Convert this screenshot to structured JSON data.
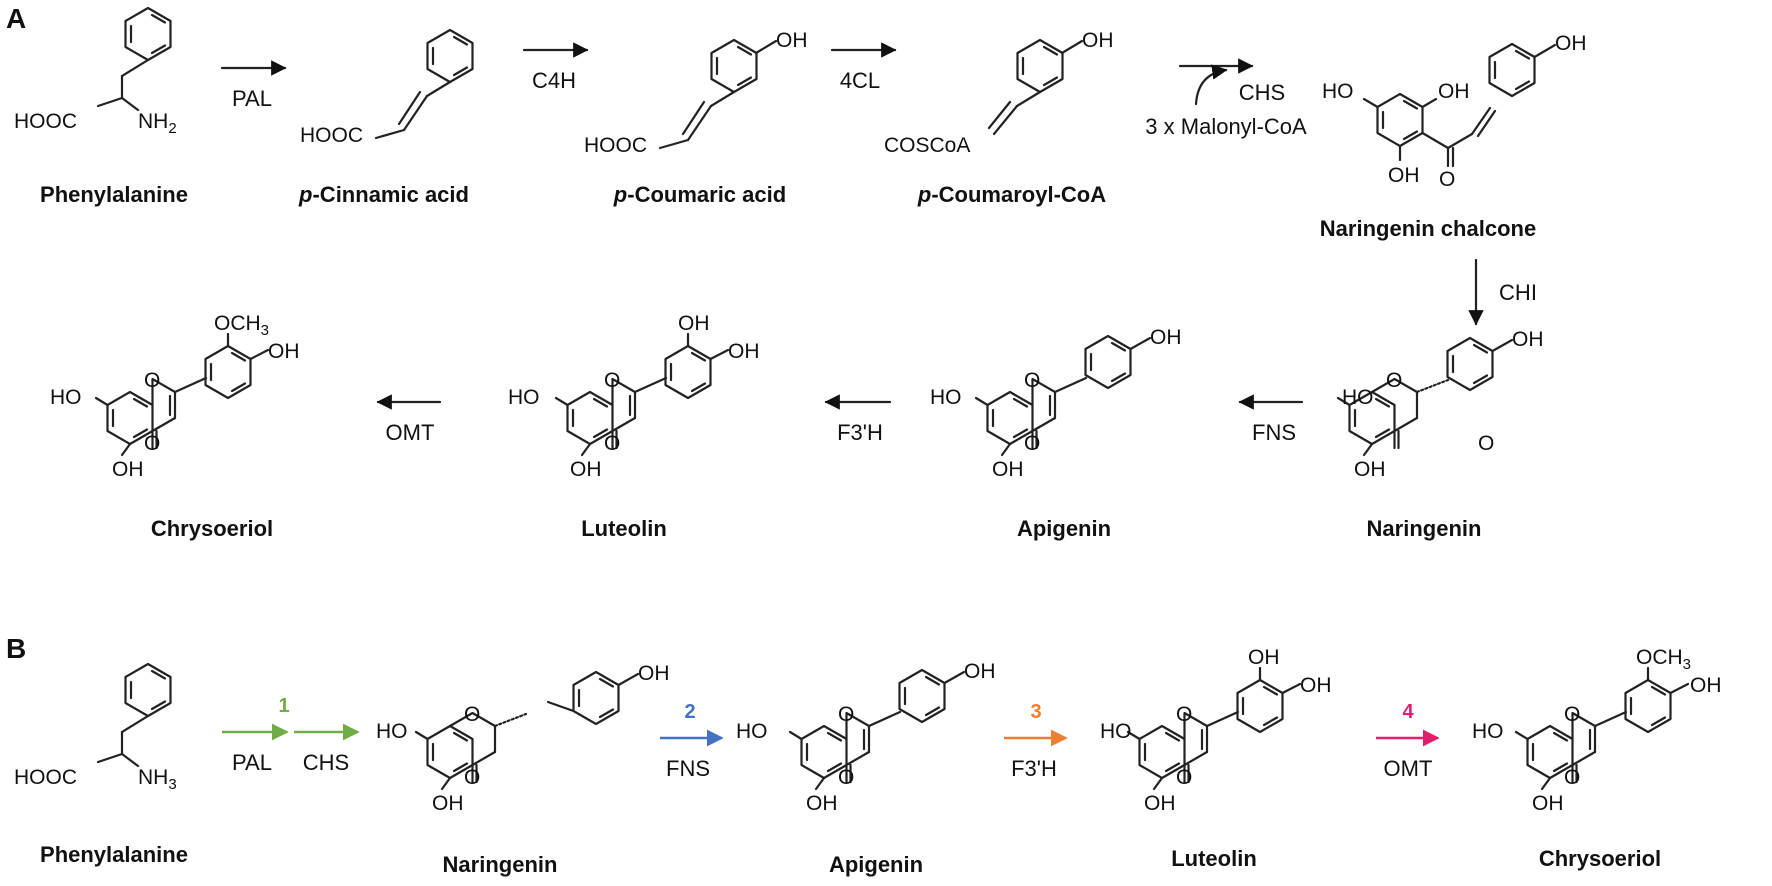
{
  "panels": {
    "a": "A",
    "b": "B"
  },
  "atoms": {
    "HOOC": "HOOC",
    "NH": "NH",
    "two": "2",
    "OH": "OH",
    "HO": "HO",
    "O": "O",
    "COSCoA": "COSCoA",
    "OCH": "OCH",
    "three": "3"
  },
  "compounds": {
    "phenylalanine": "Phenylalanine",
    "cinnamic_prefix": "p",
    "cinnamic_rest": "-Cinnamic acid",
    "coumaric_prefix": "p",
    "coumaric_rest": "-Coumaric acid",
    "coumaroyl_prefix": "p",
    "coumaroyl_rest": "-Coumaroyl-CoA",
    "chalcone": "Naringenin chalcone",
    "naringenin": "Naringenin",
    "apigenin": "Apigenin",
    "luteolin": "Luteolin",
    "chrysoeriol": "Chrysoeriol"
  },
  "enzymes": {
    "pal": "PAL",
    "c4h": "C4H",
    "cl4": "4CL",
    "chs": "CHS",
    "malonyl": "3 x Malonyl-CoA",
    "chi": "CHI",
    "fns": "FNS",
    "f3h": "F3'H",
    "omt": "OMT"
  },
  "steps": {
    "s1": "1",
    "s2": "2",
    "s3": "3",
    "s4": "4"
  },
  "colors": {
    "step1": "#70ad47",
    "step2": "#4472c4",
    "step3": "#ed7d31",
    "step4": "#e31e6e"
  }
}
